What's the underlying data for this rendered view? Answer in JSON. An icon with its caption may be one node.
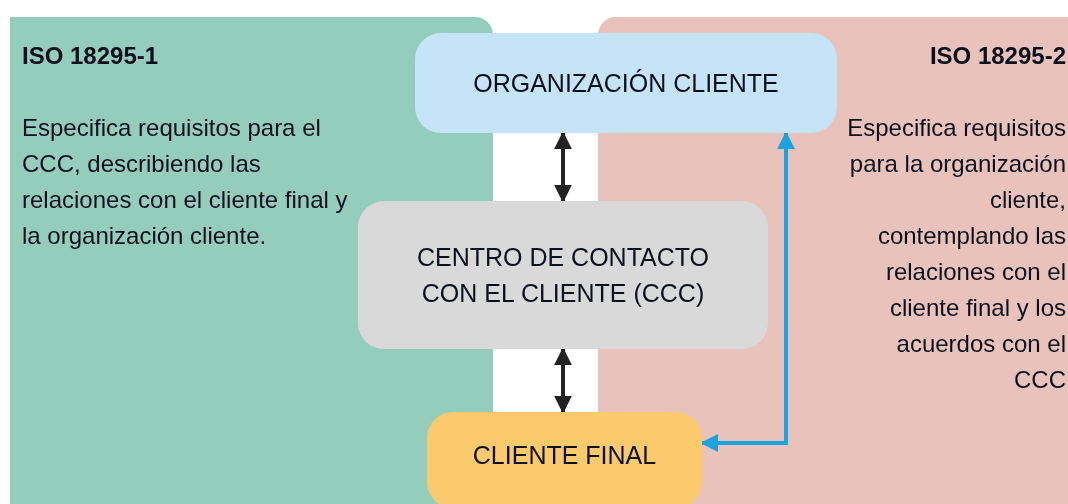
{
  "diagram": {
    "nodes": [
      {
        "text": [
          "ISO 18295-1",
          "Especifica requisitos para el CCC, describiendo las relaciones con el cliente final y la organización cliente."
        ]
      },
      {
        "text": [
          "ISO 18295-2",
          "Especifica requisitos para la organización cliente, contemplando las relaciones con el cliente final y los acuerdos con el CCC"
        ]
      },
      {
        "text": [
          "ORGANIZACIÓN CLIENTE"
        ]
      },
      {
        "text": [
          "CENTRO DE CONTACTO CON EL CLIENTE (CCC)"
        ]
      },
      {
        "text": [
          "CLIENTE FINAL"
        ]
      }
    ],
    "edges": [
      {
        "from": 2,
        "to": 3,
        "arrow": "both"
      },
      {
        "from": 3,
        "to": 4,
        "arrow": "both"
      },
      {
        "from": 4,
        "to": 2,
        "arrow": "both",
        "color": "#1aa3e0"
      }
    ]
  }
}
